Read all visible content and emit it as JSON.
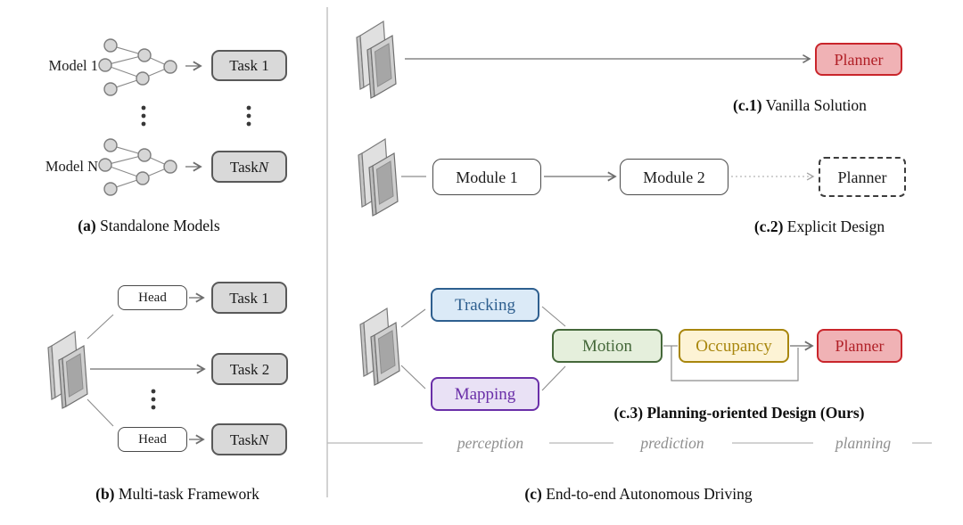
{
  "figure": {
    "panel_a": {
      "caption": {
        "bold": "(a)",
        "rest": " Standalone Models"
      },
      "rows": [
        {
          "model": "Model 1",
          "model_var": "",
          "task": "Task 1",
          "task_var": ""
        },
        {
          "model": "Model ",
          "model_var": "N",
          "task": "Task ",
          "task_var": "N"
        }
      ]
    },
    "panel_b": {
      "caption": {
        "bold": "(b)",
        "rest": " Multi-task Framework"
      },
      "heads": [
        "Head",
        "Head"
      ],
      "tasks": [
        {
          "label": "Task 1",
          "var": ""
        },
        {
          "label": "Task 2",
          "var": ""
        },
        {
          "label": "Task ",
          "var": "N"
        }
      ]
    },
    "panel_c": {
      "caption": {
        "bold": "(c)",
        "rest": " End-to-end Autonomous Driving"
      },
      "c1": {
        "caption": {
          "bold": "(c.1)",
          "rest": " Vanilla Solution"
        },
        "planner": "Planner"
      },
      "c2": {
        "caption": {
          "bold": "(c.2)",
          "rest": " Explicit Design"
        },
        "module1": "Module 1",
        "module2": "Module 2",
        "planner": "Planner"
      },
      "c3": {
        "caption": {
          "bold": "(c.3) Planning-oriented Design (Ours)",
          "rest": ""
        },
        "tracking": "Tracking",
        "mapping": "Mapping",
        "motion": "Motion",
        "occupancy": "Occupancy",
        "planner": "Planner"
      },
      "timeline": {
        "stages": [
          "perception",
          "prediction",
          "planning"
        ]
      }
    },
    "icons": {
      "backbone_icon": "stacked-feature-map-planes",
      "neural_network_icon": "three-layer-mlp",
      "arrow_icon": "→",
      "vertical_ellipsis_icon": "⋮"
    },
    "colors": {
      "gray_fill": "#d9d9d9",
      "gray_border": "#595959",
      "white_border": "#4a4a4a",
      "tracking_fill": "#dbeaf7",
      "tracking_stroke": "#2e5f8f",
      "mapping_fill": "#e9e1f5",
      "mapping_stroke": "#6a2fa8",
      "motion_fill": "#e5efdc",
      "motion_stroke": "#45683a",
      "occupancy_fill": "#fdf3d5",
      "occupancy_stroke": "#a8860d",
      "planner_fill": "#f0b2b5",
      "planner_stroke": "#c9252b",
      "planner_text": "#b01f26",
      "connector": "#8c8c8c",
      "timeline_text": "#8f8f8f"
    }
  }
}
